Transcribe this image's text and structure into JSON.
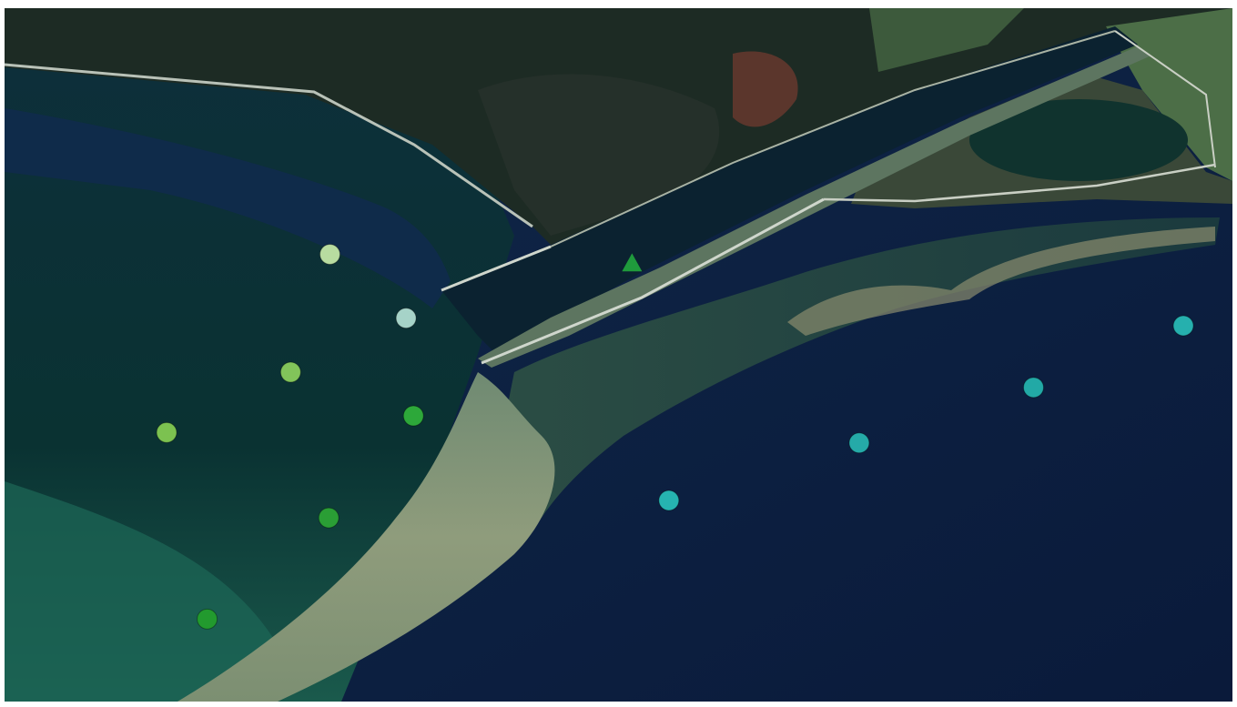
{
  "map": {
    "style": "satellite",
    "colors": {
      "water_deep": "#0c1c3d",
      "water_lagoon": "#0a2b2e",
      "shallow": "#1f5e52",
      "sand": "#8c9a78",
      "land_dark": "#1b2a22",
      "marsh": "#2e3b30",
      "fields": "#4c6e47",
      "red_marsh": "#6b3a2e",
      "road": "#c9cfc4"
    }
  },
  "markers": [
    {
      "id": "m1",
      "kind": "circle",
      "color": "#b8dca0",
      "gx": 0.265,
      "gy": 0.355
    },
    {
      "id": "m2",
      "kind": "circle",
      "color": "#a6d3c8",
      "gx": 0.327,
      "gy": 0.447
    },
    {
      "id": "m3",
      "kind": "circle",
      "color": "#82c45a",
      "gx": 0.233,
      "gy": 0.525
    },
    {
      "id": "m4",
      "kind": "circle",
      "color": "#7cc250",
      "gx": 0.132,
      "gy": 0.612
    },
    {
      "id": "m5",
      "kind": "circle",
      "color": "#2da83a",
      "gx": 0.333,
      "gy": 0.588
    },
    {
      "id": "m6",
      "kind": "circle",
      "color": "#2a9e35",
      "gx": 0.264,
      "gy": 0.735
    },
    {
      "id": "m7",
      "kind": "circle",
      "color": "#229a2e",
      "gx": 0.165,
      "gy": 0.881
    },
    {
      "id": "m8",
      "kind": "circle",
      "color": "#26b3b0",
      "gx": 0.541,
      "gy": 0.71
    },
    {
      "id": "m9",
      "kind": "circle",
      "color": "#25aaa8",
      "gx": 0.696,
      "gy": 0.627
    },
    {
      "id": "m10",
      "kind": "circle",
      "color": "#22a9a6",
      "gx": 0.838,
      "gy": 0.547
    },
    {
      "id": "m11",
      "kind": "circle",
      "color": "#26b0ae",
      "gx": 0.96,
      "gy": 0.458
    },
    {
      "id": "m12",
      "kind": "triangle",
      "color": "#1f9a3c",
      "gx": 0.511,
      "gy": 0.368
    }
  ]
}
